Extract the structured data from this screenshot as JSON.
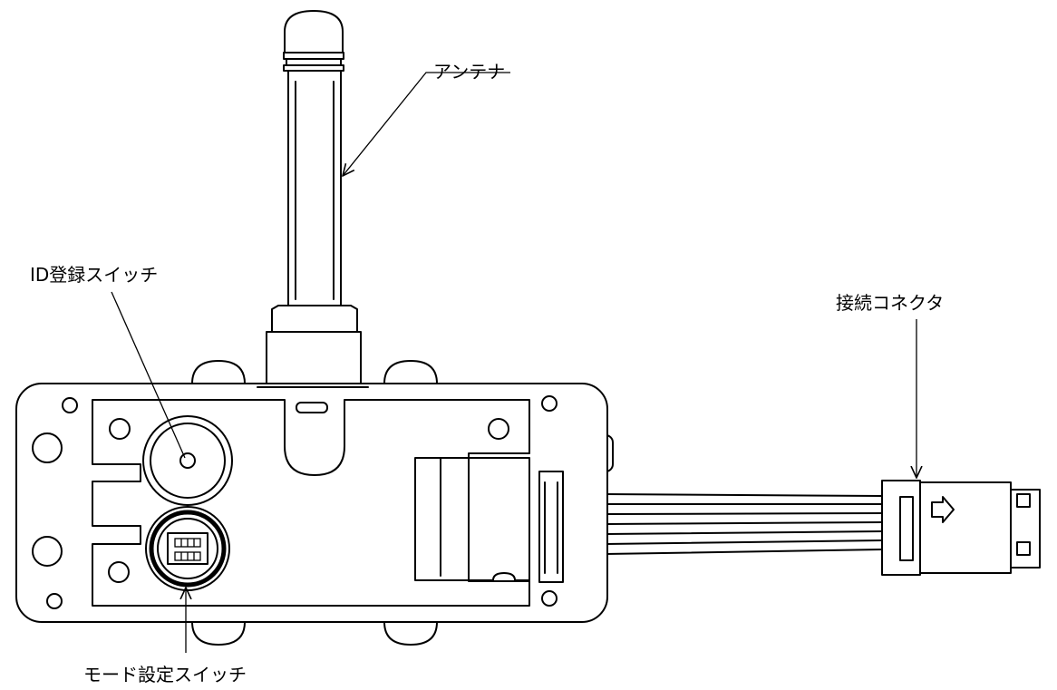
{
  "labels": {
    "antenna": "アンテナ",
    "id_switch": "ID登録スイッチ",
    "connector": "接続コネクタ",
    "mode_switch": "モード設定スイッチ"
  }
}
